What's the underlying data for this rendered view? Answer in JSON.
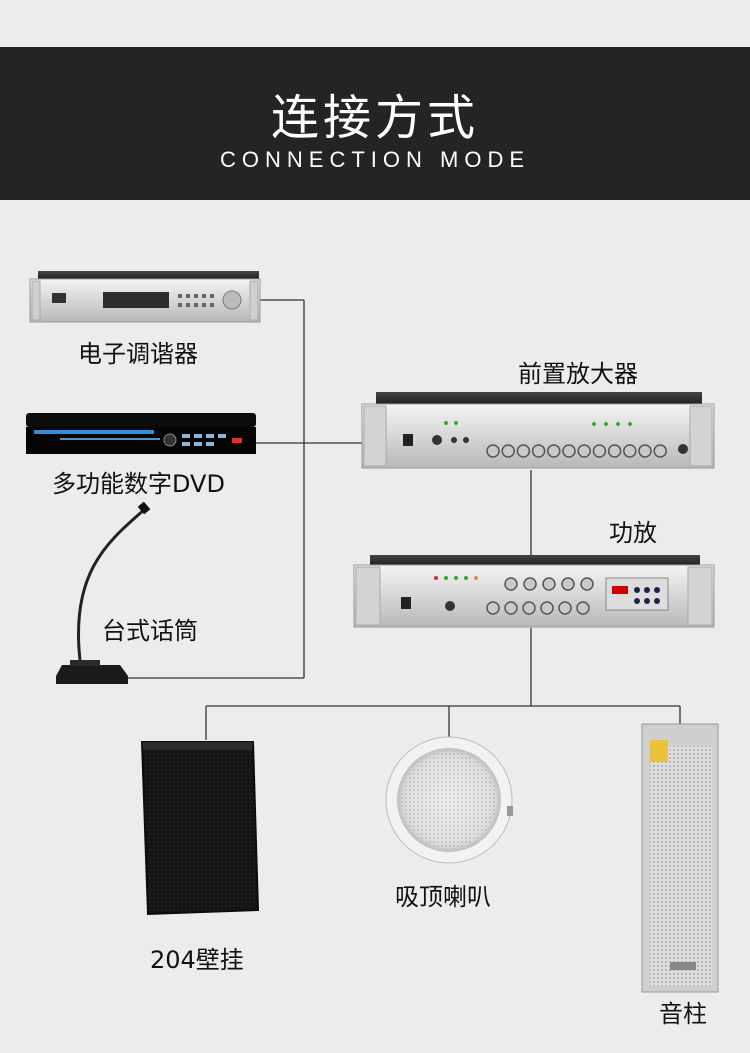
{
  "header": {
    "title_cn": "连接方式",
    "title_en": "CONNECTION MODE"
  },
  "devices": {
    "tuner": "电子调谐器",
    "dvd": "多功能数字DVD",
    "microphone": "台式话筒",
    "preamp": "前置放大器",
    "power_amp": "功放",
    "wall_speaker": "204壁挂",
    "ceiling_speaker": "吸顶喇叭",
    "column_speaker": "音柱"
  }
}
